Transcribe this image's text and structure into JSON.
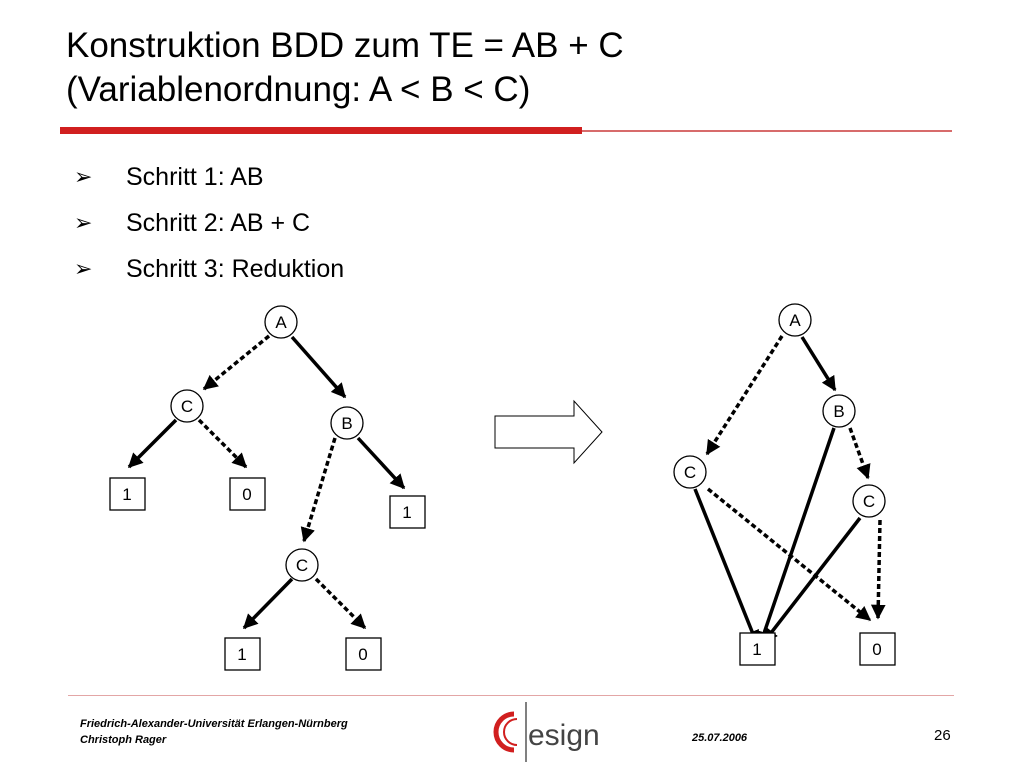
{
  "slide": {
    "title_line1": "Konstruktion BDD zum TE = AB + C",
    "title_line2": "(Variablenordnung: A < B < C)",
    "bullet_marker": "➢",
    "bullets": [
      "Schritt 1: AB",
      "Schritt 2: AB + C",
      "Schritt 3: Reduktion"
    ]
  },
  "diagram": {
    "left": {
      "node_a": "A",
      "node_c1": "C",
      "node_b": "B",
      "node_c2": "C",
      "leaf_c1_1": "1",
      "leaf_c1_0": "0",
      "leaf_b_1": "1",
      "leaf_c2_1": "1",
      "leaf_c2_0": "0"
    },
    "right": {
      "node_a": "A",
      "node_b": "B",
      "node_c_left": "C",
      "node_c_right": "C",
      "leaf_1": "1",
      "leaf_0": "0"
    }
  },
  "footer": {
    "institution": "Friedrich-Alexander-Universität Erlangen-Nürnberg",
    "author": "Christoph Rager",
    "date": "25.07.2006",
    "page": "26",
    "logo_text": "esign"
  },
  "colors": {
    "accent_red": "#d11f1f",
    "rule_light": "#e3a6a6"
  }
}
